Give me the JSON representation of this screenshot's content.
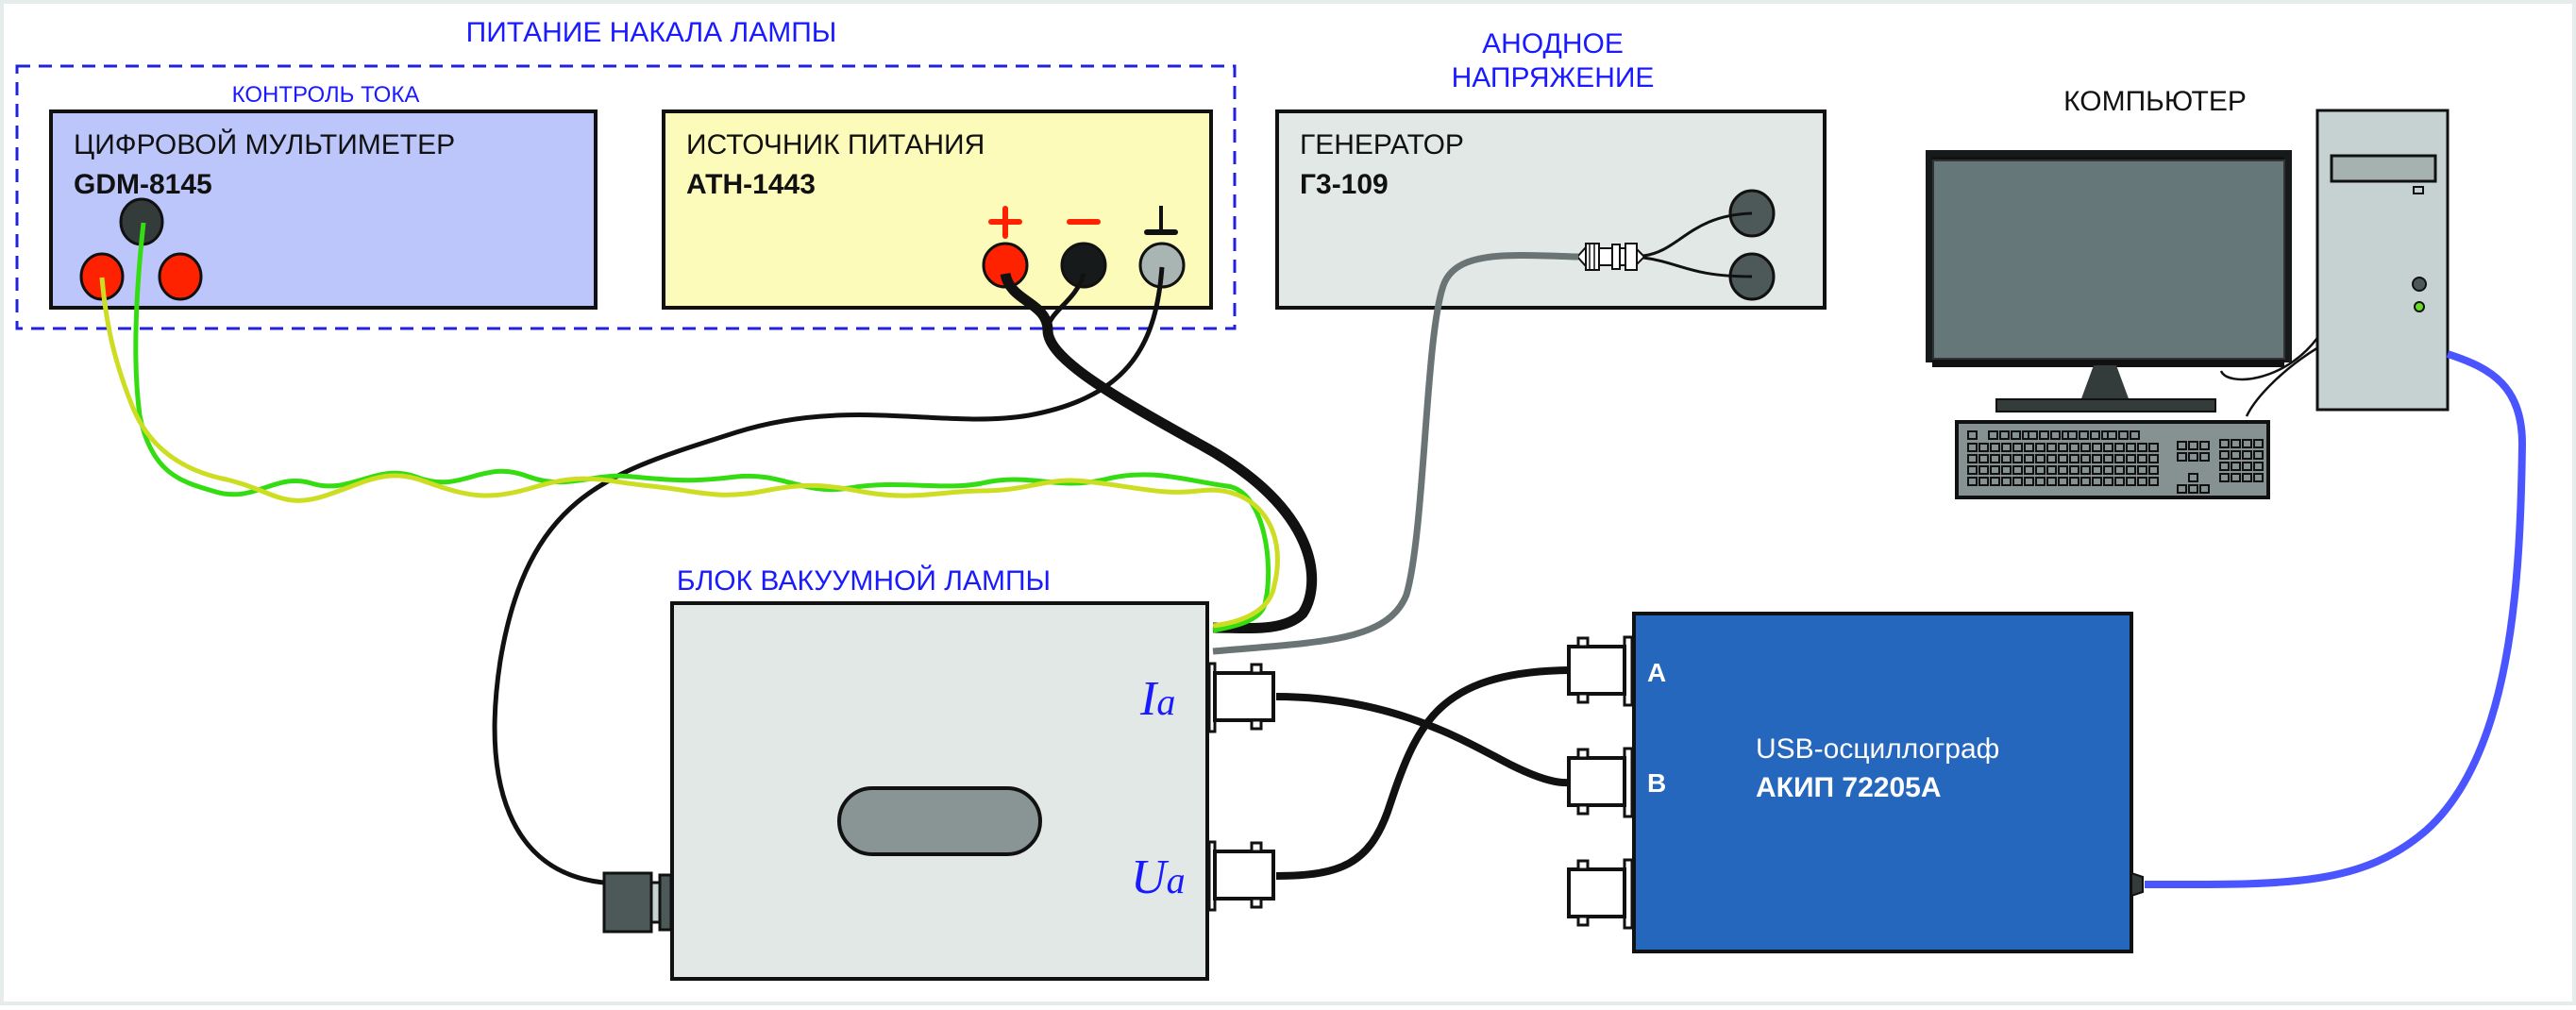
{
  "diagram": {
    "group_labels": {
      "filament_supply": "ПИТАНИЕ НАКАЛА ЛАМПЫ",
      "current_control": "КОНТРОЛЬ ТОКА",
      "anode_voltage_line1": "АНОДНОЕ",
      "anode_voltage_line2": "НАПРЯЖЕНИЕ",
      "computer": "КОМПЬЮТЕР",
      "tube_block": "БЛОК ВАКУУМНОЙ ЛАМПЫ"
    },
    "devices": {
      "multimeter": {
        "title": "ЦИФРОВОЙ МУЛЬТИМЕТЕР",
        "model": "GDM-8145"
      },
      "power_supply": {
        "title": "ИСТОЧНИК ПИТАНИЯ",
        "model": "АТН-1443",
        "terminals": {
          "plus": "+",
          "minus": "−",
          "ground": "⊥"
        }
      },
      "generator": {
        "title": "ГЕНЕРАТОР",
        "model": "Г3-109"
      },
      "oscilloscope": {
        "title": "USB-осциллограф",
        "model": "АКИП 72205А",
        "channels": [
          "A",
          "B"
        ]
      },
      "tube_block": {
        "outputs": [
          {
            "symbol": "I",
            "subscript": "a"
          },
          {
            "symbol": "U",
            "subscript": "a"
          }
        ]
      }
    },
    "colors": {
      "label_blue": "#1a1aff",
      "multimeter_fill": "#bcc6fa",
      "power_supply_fill": "#fdfbb9",
      "generator_fill": "#e1e8e6",
      "tube_block_fill": "#e1e8e6",
      "oscilloscope_fill": "#2467bd",
      "terminal_red": "#ff2200",
      "wire_green": "#33dd11",
      "wire_yellow": "#ccdd22",
      "usb_cable": "#4a55ff",
      "coax_gray": "#6b7474"
    }
  }
}
